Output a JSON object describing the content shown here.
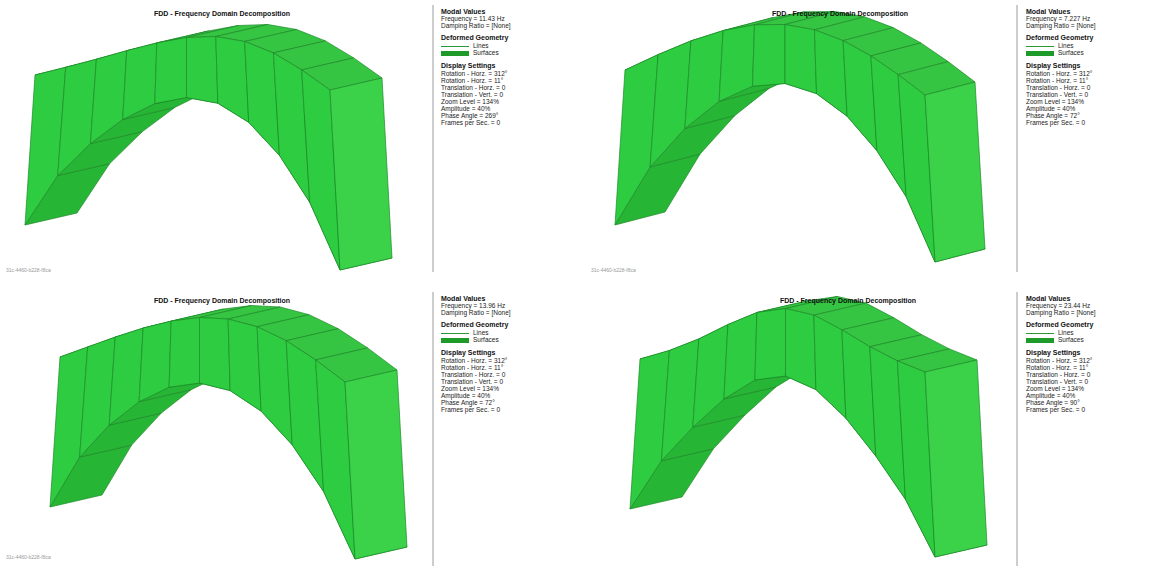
{
  "diagram": {
    "labels": [
      "FDD - Frequency Domain Decomposition",
      "Modal Values",
      "Frequency = 11.43 Hz",
      "Damping Ratio = [None]",
      "Deformed Geometry",
      "Display Settings",
      "Rotation - Horz. = 312°",
      "Rotation - Horz. = 11°",
      "Translation - Horz. = 0",
      "Translation - Vert. = 0",
      "Zoom Level = 134%",
      "Amplitude = 40%",
      "Phase Angle = 269°",
      "Frames per Sec. = 0",
      "31c-4460-b228-f8ca",
      "FDD - Frequency Domain Decomposition",
      "Modal Values",
      "Frequency = 7.227 Hz",
      "Damping Ratio = [None]",
      "Deformed Geometry",
      "Display Settings",
      "Rotation - Horz. = 312°",
      "Rotation - Horz. = 11°",
      "Translation - Horz. = 0",
      "Translation - Vert. = 0",
      "Zoom Level = 134%",
      "Amplitude = 40%",
      "Phase Angle = 72°",
      "Frames per Sec. = 0",
      "31c-4460-b228-f8ca",
      "FDD - Frequency Domain Decomposition",
      "Modal Values",
      "Frequency = 13.96 Hz",
      "Damping Ratio = [None]",
      "Deformed Geometry",
      "Display Settings",
      "Rotation - Horz. = 312°",
      "Rotation - Horz. = 11°",
      "Translation - Horz. = 0",
      "Translation - Vert. = 0",
      "Zoom Level = 134%",
      "Amplitude = 40%",
      "Phase Angle = 72°",
      "Frames per Sec. = 0",
      "31c-4460-b228-f8ca",
      "FDD - Frequency Domain Decomposition",
      "Modal Values",
      "Frequency = 23.44 Hz",
      "Damping Ratio = [None]",
      "Deformed Geometry",
      "Display Settings",
      "Rotation - Horz. = 312°",
      "Rotation - Horz. = 11°",
      "Translation - Horz. = 0",
      "Translation - Vert. = 0",
      "Zoom Level = 134%",
      "Amplitude = 40%",
      "Phase Angle = 90°",
      "Frames per Sec. = 0"
    ],
    "legend": [
      {
        "text": "Lines"
      },
      {
        "text": "Surfaces",
        "color": "#1e9a28"
      },
      {
        "text": "Lines"
      },
      {
        "text": "Surfaces",
        "color": "#1e9a28"
      },
      {
        "text": "Lines"
      },
      {
        "text": "Surfaces",
        "color": "#1e9a28"
      },
      {
        "text": "Lines"
      },
      {
        "text": "Surfaces",
        "color": "#1e9a28"
      }
    ]
  }
}
